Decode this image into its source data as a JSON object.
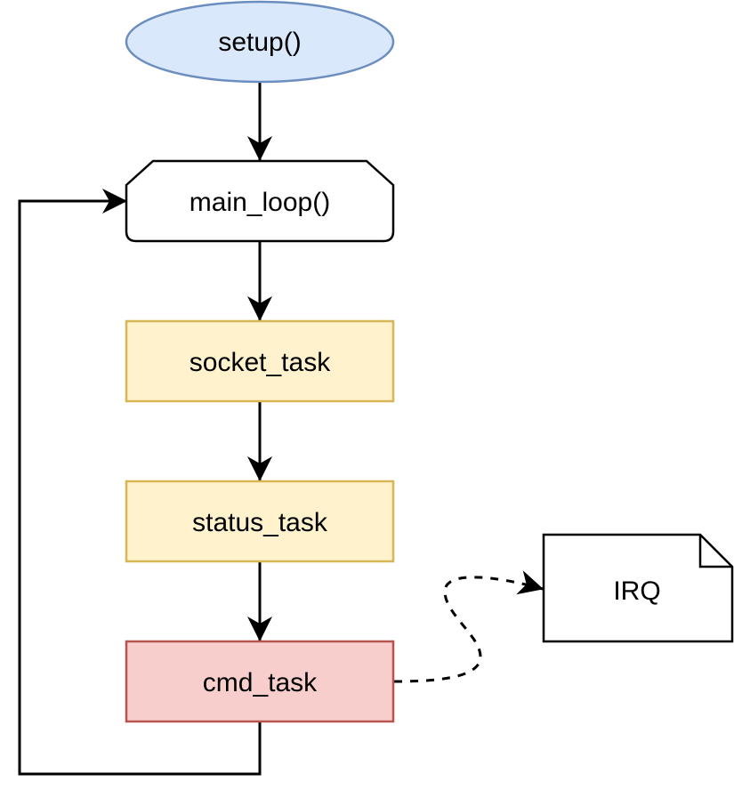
{
  "nodes": {
    "setup": {
      "label": "setup()",
      "fill": "#dae8fc",
      "stroke": "#6c8ebf"
    },
    "main_loop": {
      "label": "main_loop()",
      "fill": "#ffffff",
      "stroke": "#000000"
    },
    "socket_task": {
      "label": "socket_task",
      "fill": "#fff2cc",
      "stroke": "#d6b656"
    },
    "status_task": {
      "label": "status_task",
      "fill": "#fff2cc",
      "stroke": "#d6b656"
    },
    "cmd_task": {
      "label": "cmd_task",
      "fill": "#f8cecc",
      "stroke": "#b85450"
    },
    "irq": {
      "label": "IRQ",
      "fill": "#ffffff",
      "stroke": "#000000"
    }
  },
  "edge_color": "#000000"
}
